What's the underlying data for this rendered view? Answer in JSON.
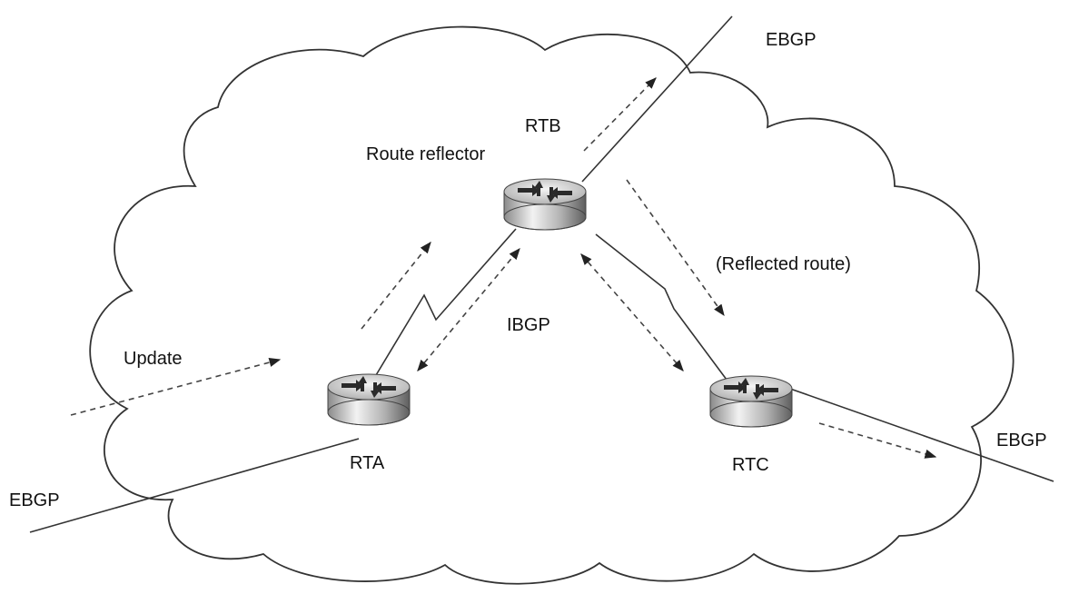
{
  "labels": {
    "ebgp_top": "EBGP",
    "ebgp_right": "EBGP",
    "ebgp_left": "EBGP",
    "rtb": "RTB",
    "route_reflector": "Route reflector",
    "reflected_route": "(Reflected route)",
    "ibgp": "IBGP",
    "update": "Update",
    "rta": "RTA",
    "rtc": "RTC"
  },
  "colors": {
    "router_light": "#e6e6e6",
    "router_dark": "#6a6a6a",
    "line": "#333333"
  }
}
